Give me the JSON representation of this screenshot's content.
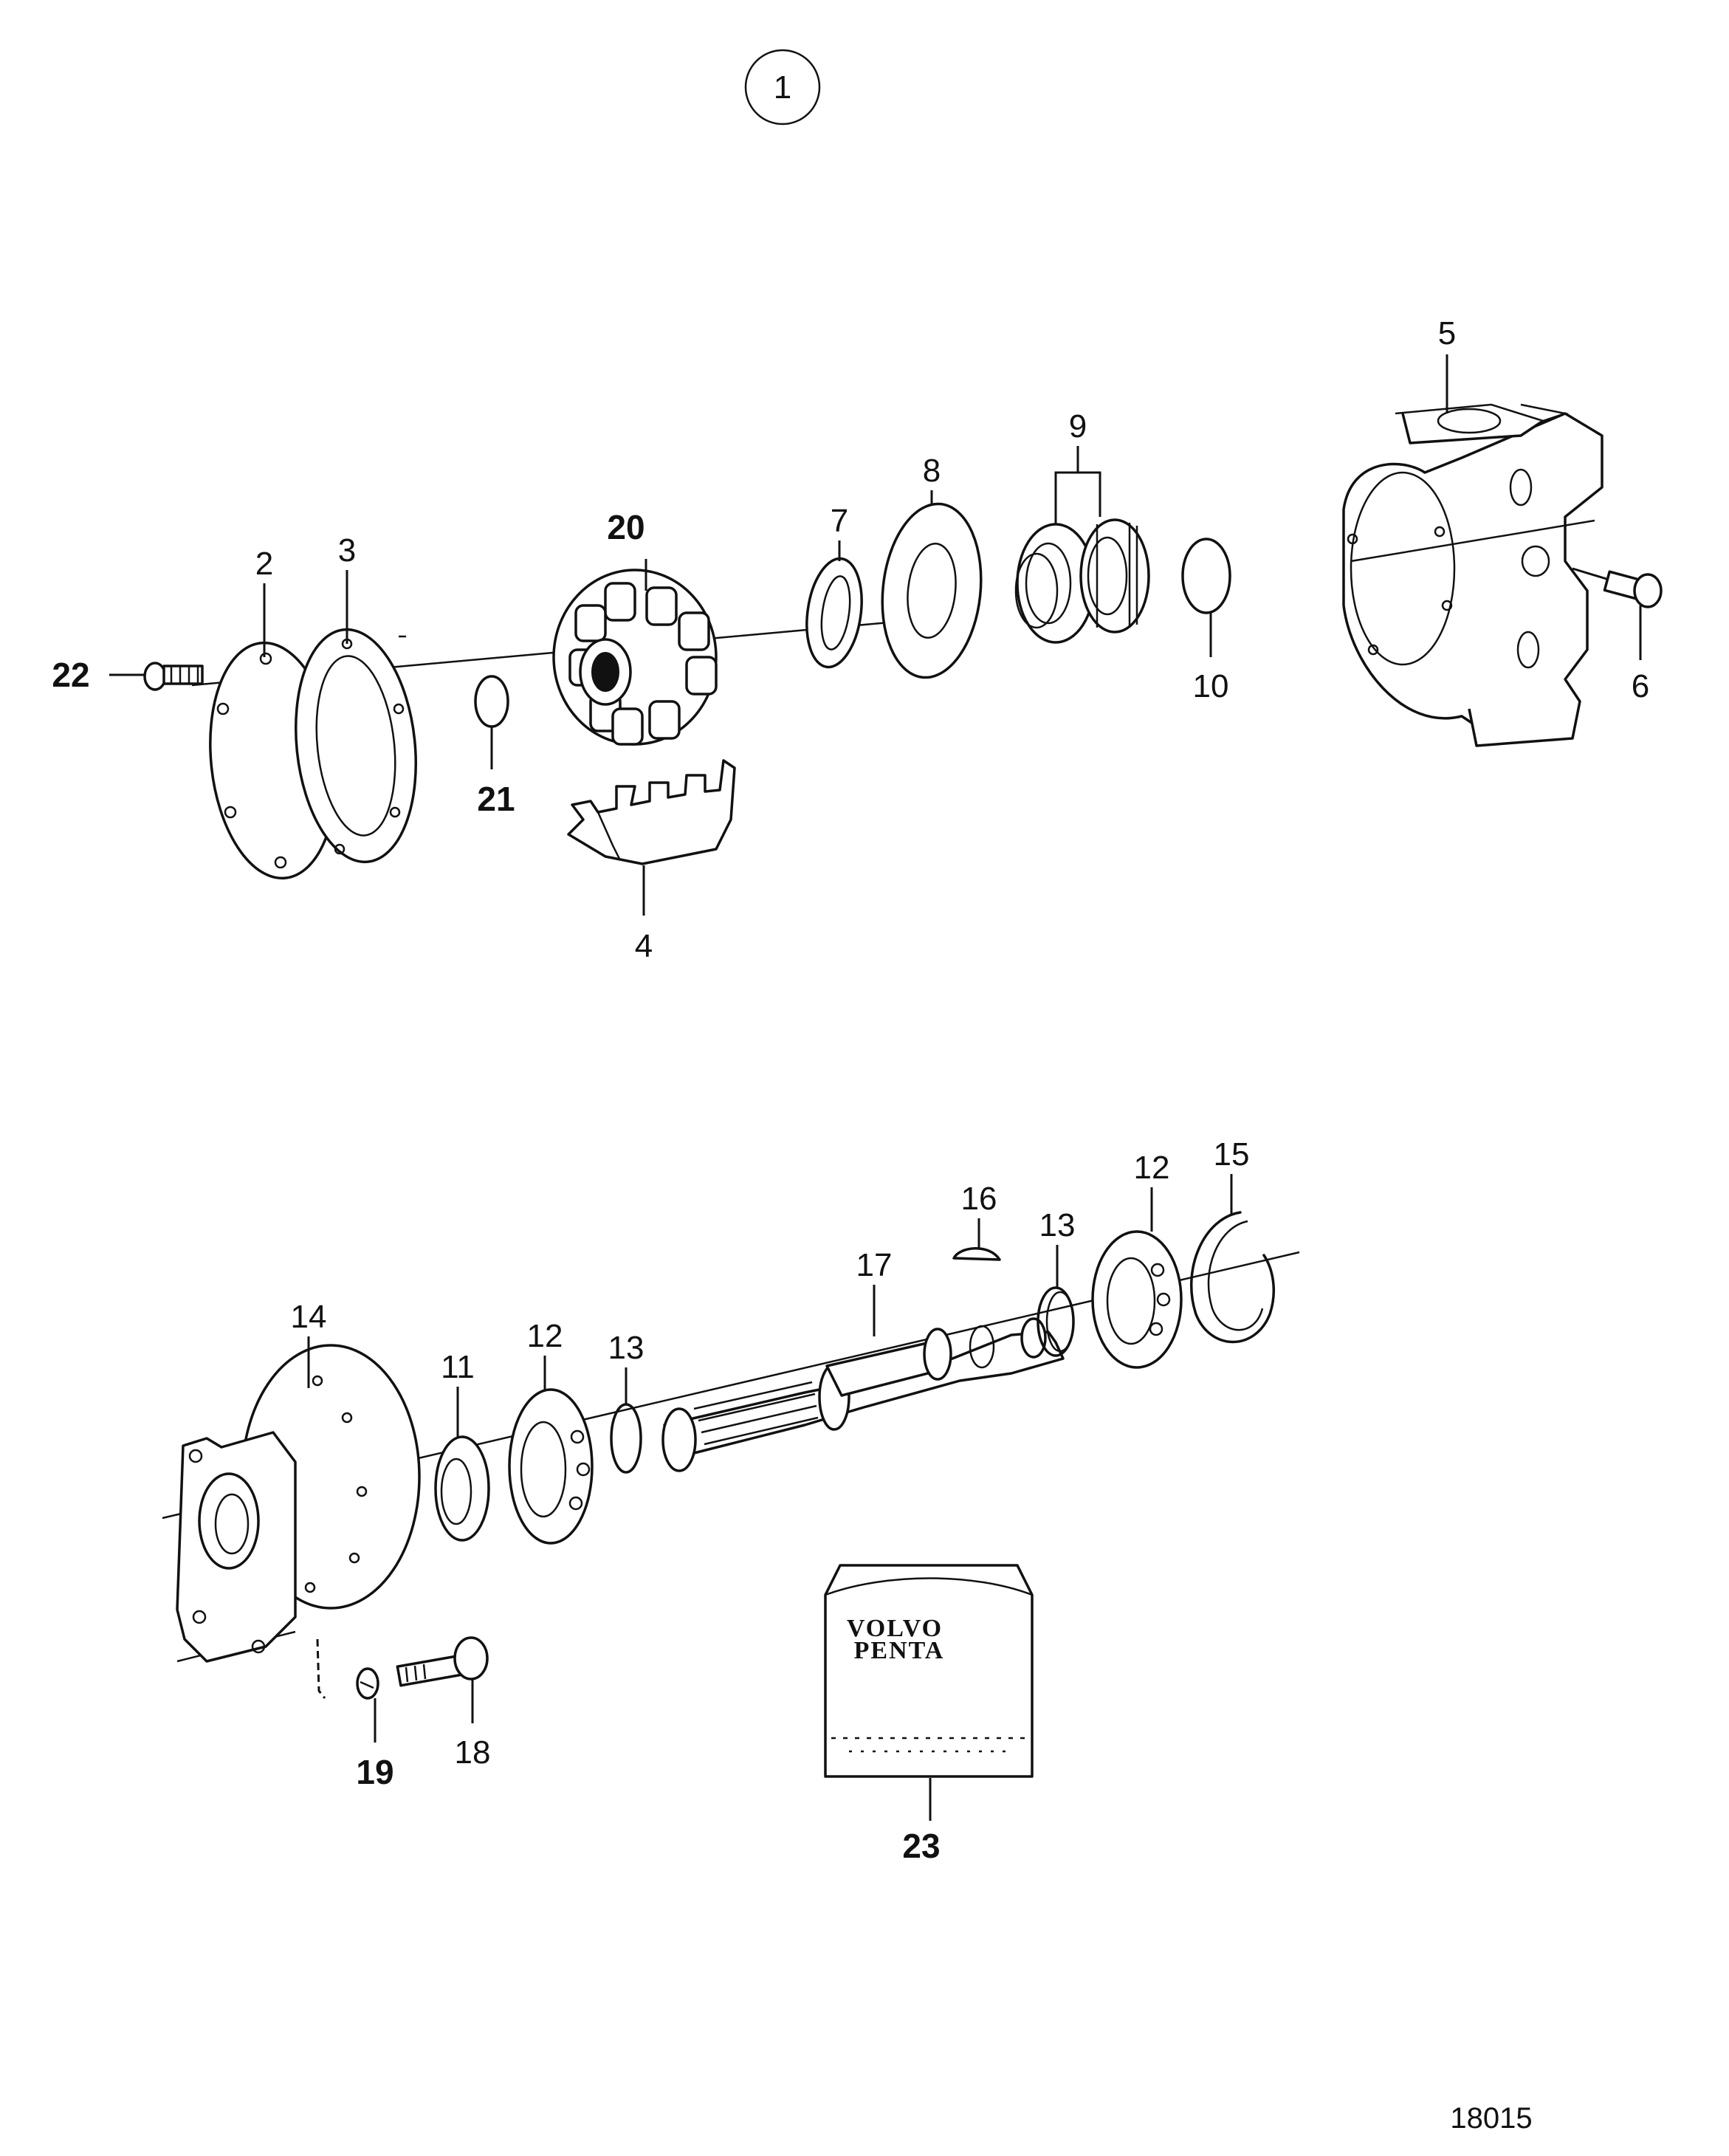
{
  "diagram": {
    "group_number": "1",
    "reference_number": "18015",
    "kit_brand_line1": "VOLVO",
    "kit_brand_line2": "PENTA",
    "callouts": [
      {
        "id": "2",
        "bold": false
      },
      {
        "id": "3",
        "bold": false
      },
      {
        "id": "4",
        "bold": false
      },
      {
        "id": "5",
        "bold": false
      },
      {
        "id": "6",
        "bold": false
      },
      {
        "id": "7",
        "bold": false
      },
      {
        "id": "8",
        "bold": false
      },
      {
        "id": "9",
        "bold": false
      },
      {
        "id": "10",
        "bold": false
      },
      {
        "id": "11",
        "bold": false
      },
      {
        "id": "12",
        "bold": false
      },
      {
        "id": "12",
        "bold": false
      },
      {
        "id": "13",
        "bold": false
      },
      {
        "id": "13",
        "bold": false
      },
      {
        "id": "14",
        "bold": false
      },
      {
        "id": "15",
        "bold": false
      },
      {
        "id": "16",
        "bold": false
      },
      {
        "id": "17",
        "bold": false
      },
      {
        "id": "18",
        "bold": false
      },
      {
        "id": "19",
        "bold": true
      },
      {
        "id": "20",
        "bold": true
      },
      {
        "id": "21",
        "bold": true
      },
      {
        "id": "22",
        "bold": true
      },
      {
        "id": "23",
        "bold": true
      }
    ]
  }
}
